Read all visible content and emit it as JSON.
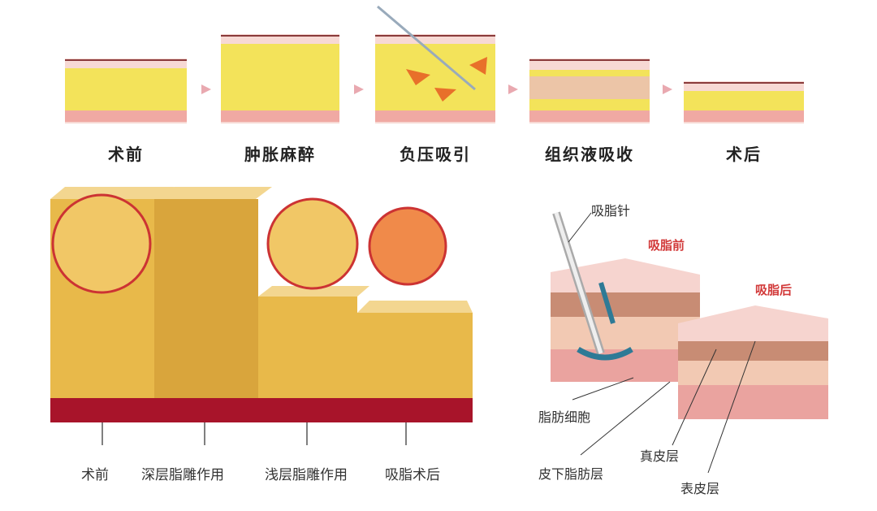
{
  "top_process": {
    "steps": [
      "术前",
      "肿胀麻醉",
      "负压吸引",
      "组织液吸收",
      "术后"
    ]
  },
  "bottom_left": {
    "labels": [
      "术前",
      "深层脂雕作用",
      "浅层脂雕作用",
      "吸脂术后"
    ]
  },
  "right_diagram": {
    "needle_label": "吸脂针",
    "before_label": "吸脂前",
    "after_label": "吸脂后",
    "fat_cell_label": "脂肪细胞",
    "subcutaneous_label": "皮下脂肪层",
    "dermis_label": "真皮层",
    "epidermis_label": "表皮层"
  },
  "colors": {
    "fat_yellow": "#f3e35a",
    "skin_pink": "#f2b3ad",
    "block_gold": "#e8b94a",
    "base_red": "#a8142a",
    "label_red": "#d23a3a"
  }
}
